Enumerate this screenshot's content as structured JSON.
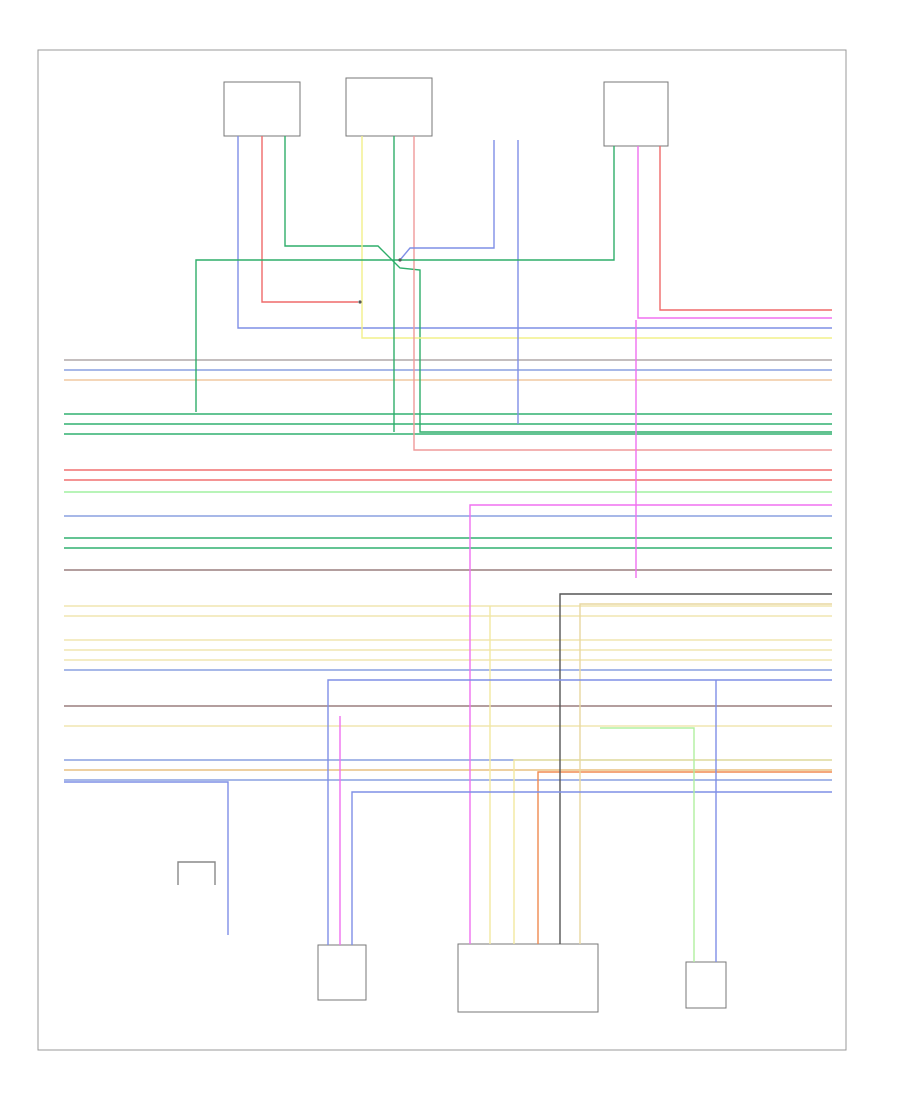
{
  "diagram": {
    "footer_code": "",
    "components": [
      {
        "id": "c1",
        "label": ""
      },
      {
        "id": "c2",
        "label": ""
      },
      {
        "id": "c3",
        "label": ""
      },
      {
        "id": "c4",
        "label": ""
      },
      {
        "id": "c5",
        "label": ""
      },
      {
        "id": "c6",
        "label": ""
      },
      {
        "id": "c7",
        "label": "",
        "side_label": ""
      },
      {
        "id": "c8",
        "label": ""
      },
      {
        "id": "c9",
        "label": ""
      }
    ],
    "harness_rows": [
      {
        "left": "",
        "right": "",
        "color": "#b0a8a8"
      },
      {
        "left": "",
        "right": "",
        "color": "#8aa0e0"
      },
      {
        "left": "",
        "right": "",
        "color": "#f0c8a0"
      },
      {
        "left": "",
        "right": "",
        "color": "#30b070"
      },
      {
        "left": "",
        "right": "",
        "color": "#30b070"
      },
      {
        "left": "",
        "right": "",
        "color": "#30b070"
      },
      {
        "left": "",
        "right": "",
        "color": "#f07070"
      },
      {
        "left": "",
        "right": "",
        "color": "#f07070"
      },
      {
        "left": "",
        "right": "",
        "color": "#a0f0a0"
      },
      {
        "left": "",
        "right": "",
        "color": "#8aa0e0"
      },
      {
        "left": "",
        "right": "",
        "color": "#30b070"
      },
      {
        "left": "",
        "right": "",
        "color": "#30b070"
      },
      {
        "left": "",
        "right": "",
        "color": "#9a7f7f"
      },
      {
        "left": "",
        "right": "",
        "color": "#f0e6b0"
      },
      {
        "left": "",
        "right": "",
        "color": "#f0e6b0"
      },
      {
        "left": "",
        "right": "",
        "color": "#f0e6b0"
      },
      {
        "left": "",
        "right": "",
        "color": "#f0e6b0"
      },
      {
        "left": "",
        "right": "",
        "color": "#f0e6b0"
      },
      {
        "left": "",
        "right": "",
        "color": "#8aa0e0"
      },
      {
        "left": "",
        "right": "",
        "color": "#9a7f7f"
      },
      {
        "left": "",
        "right": "",
        "color": "#f0e6b0"
      },
      {
        "left": "",
        "right": "",
        "color": "#8aa0e0"
      },
      {
        "left": "",
        "right": "",
        "color": "#e8c080"
      },
      {
        "left": "",
        "right": "",
        "color": "#8aa0e0"
      }
    ],
    "wire_colors": {
      "blue": "#7f8fe6",
      "red": "#ef6a6a",
      "green": "#2fae6a",
      "yellow": "#f2f08a",
      "magenta": "#f070f0",
      "light_green": "#b0f0a0",
      "tan": "#e8d7a0",
      "brown": "#8a7070",
      "orange": "#f08a50",
      "dark": "#555555"
    }
  }
}
